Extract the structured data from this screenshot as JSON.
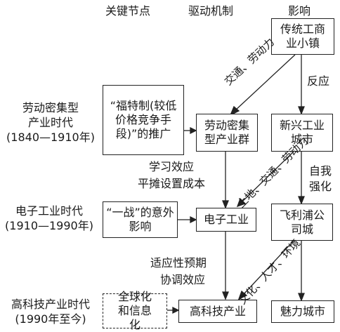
{
  "headers": {
    "col1": "关键节点",
    "col2": "驱动机制",
    "col3": "影响"
  },
  "eras": [
    {
      "name": "劳动密集型\n产业时代",
      "period": "(1840—1910年)"
    },
    {
      "name": "电子工业时代",
      "period": "(1910—1990年)"
    },
    {
      "name": "高科技产业时代",
      "period": "(1990年至今)"
    }
  ],
  "nodes": {
    "ford": "“福特制(较低价格竞争手段)”的推广",
    "ww1": "“一战”的意外影响",
    "globalization": "全球化和信息化"
  },
  "mechanisms": {
    "learning": "学习效应",
    "sharing": "平摊设置成本",
    "adaptive": "适应性预期",
    "coordination": "协调效应"
  },
  "industry": {
    "traditional_town": "传统工商业小镇",
    "labor_cluster": "劳动密集型产业群",
    "new_city": "新兴工业城市",
    "electronics": "电子工业",
    "philips_city": "飞利浦公司城",
    "hightech": "高科技产业",
    "charm_city": "魅力城市"
  },
  "arrows": {
    "transport_labor": "交通、劳动力",
    "reaction": "反应",
    "land_transport_labor": "土地、交通、劳动力",
    "self_reinforce": "自我强化",
    "culture_talent_env": "文化、人才、环境"
  }
}
